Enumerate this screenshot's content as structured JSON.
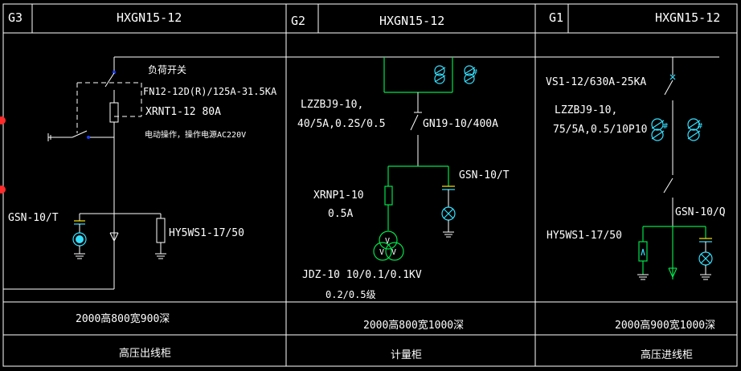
{
  "panels": [
    {
      "id": "G3",
      "model": "HXGN15-12",
      "labels": {
        "load_switch": "负荷开关",
        "fuse_switch": "FN12-12D(R)/125A-31.5KA",
        "fuse": "XRNT1-12  80A",
        "operation": "电动操作，操作电源AC220V",
        "indicator": "GSN-10/T",
        "arrester": "HY5WS1-17/50"
      },
      "dimensions": "2000高800宽900深",
      "name": "高压出线柜"
    },
    {
      "id": "G2",
      "model": "HXGN15-12",
      "labels": {
        "ct_model": "LZZBJ9-10,",
        "ct_ratio": "40/5A,0.2S/0.5",
        "isolator": "GN19-10/400A",
        "indicator": "GSN-10/T",
        "pt_fuse": "XRNP1-10",
        "pt_fuse_rating": "0.5A",
        "pt_model": "JDZ-10  10/0.1/0.1KV",
        "pt_class": "0.2/0.5级"
      },
      "dimensions": "2000高800宽1000深",
      "name": "计量柜"
    },
    {
      "id": "G1",
      "model": "HXGN15-12",
      "labels": {
        "breaker": "VS1-12/630A-25KA",
        "ct_model": "LZZBJ9-10,",
        "ct_ratio": "75/5A,0.5/10P10",
        "indicator": "GSN-10/Q",
        "arrester": "HY5WS1-17/50"
      },
      "dimensions": "2000高900宽1000深",
      "name": "高压进线柜"
    }
  ],
  "colors": {
    "background": "#000000",
    "frame": "#ffffff",
    "bus_green": "#00e24a",
    "cyan": "#35e0ff",
    "yellow": "#ffe600",
    "blue_dot": "#1a3cff",
    "red_marker": "#ff2a2a"
  }
}
